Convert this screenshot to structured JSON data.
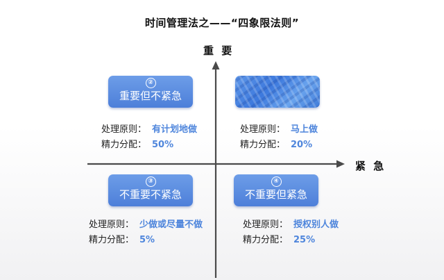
{
  "title": "时间管理法之——“四象限法则”",
  "axes": {
    "y_label": "重 要",
    "x_label": "紧 急"
  },
  "quadrants": [
    {
      "number": "②",
      "label": "重要但不紧急",
      "rule_label": "处理原则：",
      "rule_value": "有计划地做",
      "energy_label": "精力分配：",
      "energy_value": "50%"
    },
    {
      "number": "",
      "label": "",
      "rule_label": "处理原则：",
      "rule_value": "马上做",
      "energy_label": "精力分配：",
      "energy_value": "20%"
    },
    {
      "number": "③",
      "label": "不重要不紧急",
      "rule_label": "处理原则：",
      "rule_value": "少做或尽量不做",
      "energy_label": "精力分配：",
      "energy_value": "5%"
    },
    {
      "number": "④",
      "label": "不重要但紧急",
      "rule_label": "处理原则：",
      "rule_value": "授权别人做",
      "energy_label": "精力分配：",
      "energy_value": "25%"
    }
  ],
  "colors": {
    "box_blue": "#5a8ee0",
    "value_blue": "#4f86dc",
    "axis": "#4a4a4a"
  }
}
